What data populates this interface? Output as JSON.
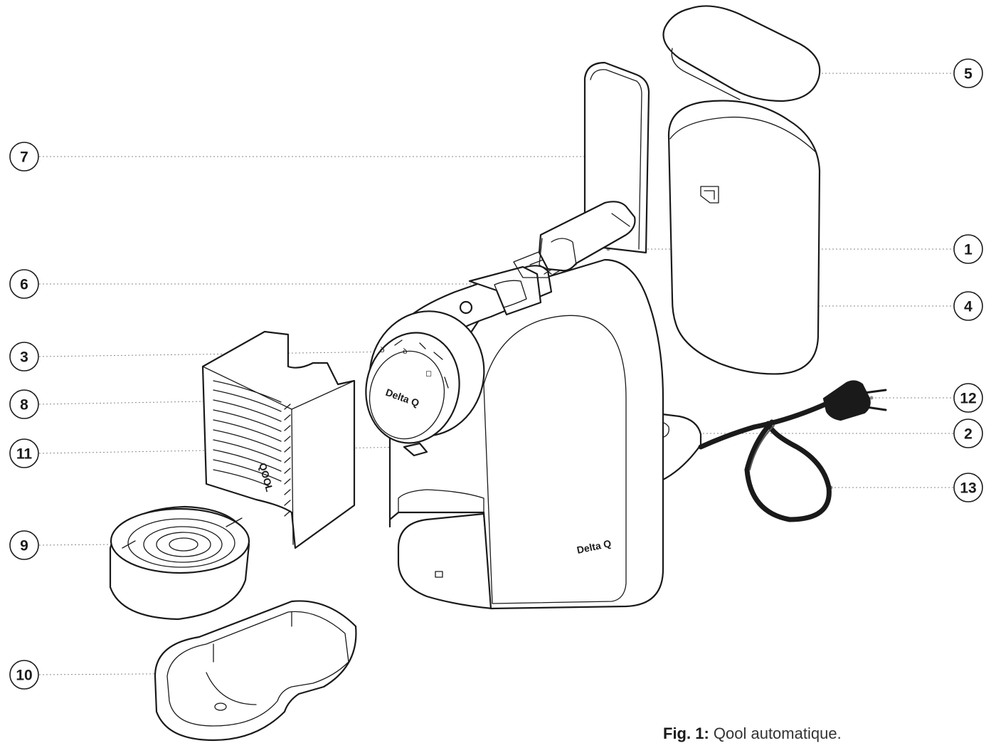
{
  "caption": {
    "prefix": "Fig. 1:",
    "text": " Qool automatique."
  },
  "brand": {
    "logo": "Delta Q",
    "reservoir_logo": "QOOL"
  },
  "callouts": [
    {
      "id": "c1",
      "label": "1"
    },
    {
      "id": "c2",
      "label": "2"
    },
    {
      "id": "c3",
      "label": "3"
    },
    {
      "id": "c4",
      "label": "4"
    },
    {
      "id": "c5",
      "label": "5"
    },
    {
      "id": "c6",
      "label": "6"
    },
    {
      "id": "c7",
      "label": "7"
    },
    {
      "id": "c8",
      "label": "8"
    },
    {
      "id": "c9",
      "label": "9"
    },
    {
      "id": "c10",
      "label": "10"
    },
    {
      "id": "c11",
      "label": "11"
    },
    {
      "id": "c12",
      "label": "12"
    },
    {
      "id": "c13",
      "label": "13"
    }
  ]
}
